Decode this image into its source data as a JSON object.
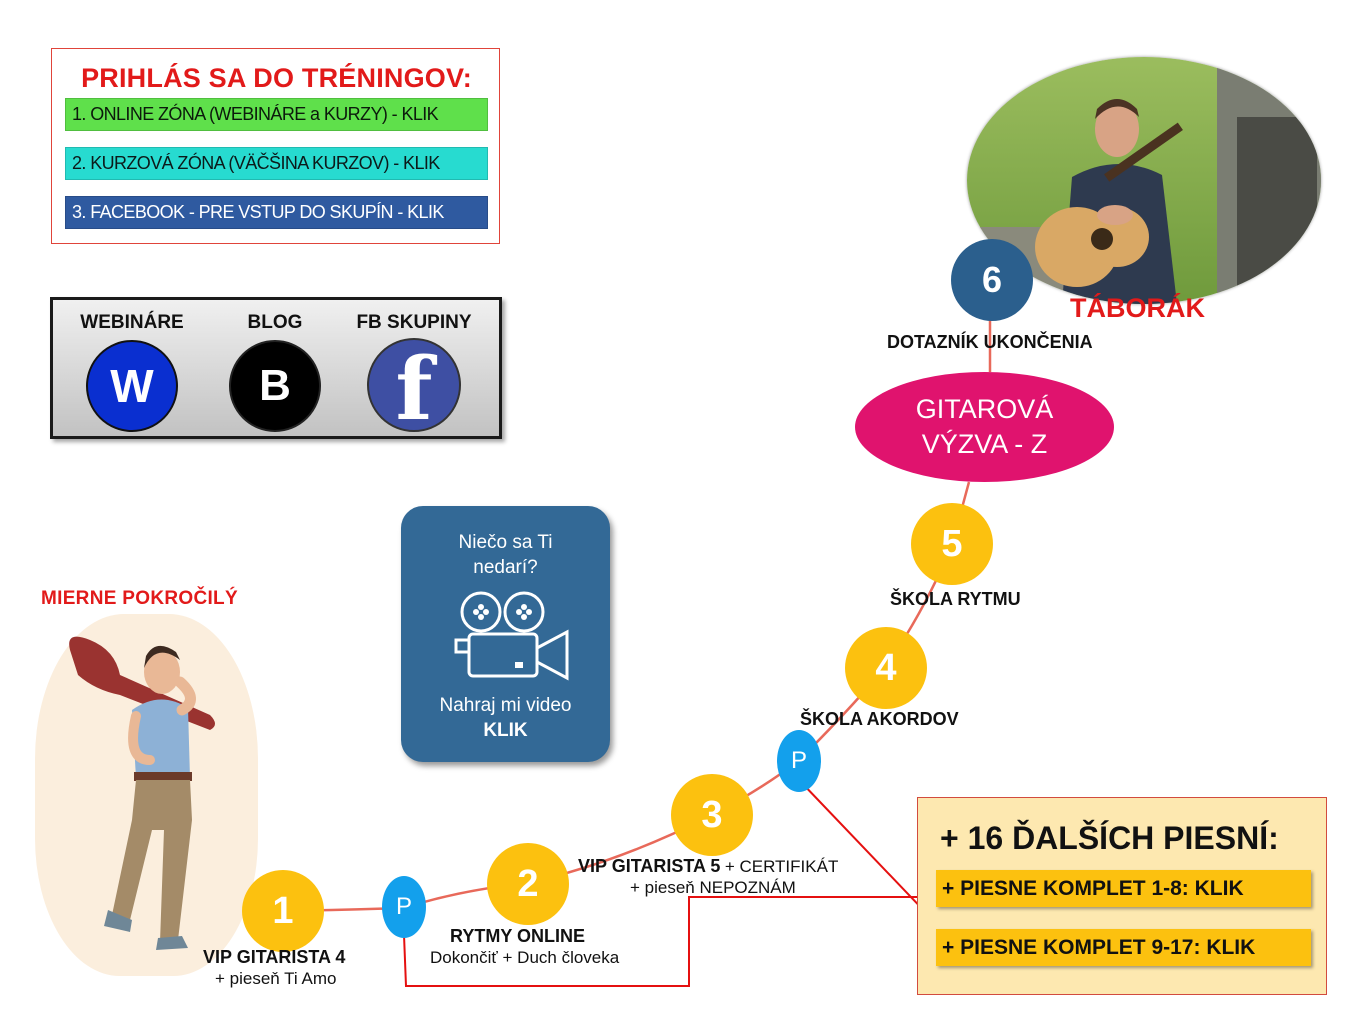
{
  "login": {
    "title": "PRIHLÁS SA DO TRÉNINGOV:",
    "links": [
      "1. ONLINE ZÓNA (WEBINÁRE a KURZY) - KLIK",
      "2. KURZOVÁ ZÓNA (VÄČŠINA KURZOV) - KLIK",
      "3. FACEBOOK - PRE VSTUP DO SKUPÍN - KLIK"
    ]
  },
  "icons": {
    "webinar": {
      "label": "WEBINÁRE",
      "letter": "W"
    },
    "blog": {
      "label": "BLOG",
      "letter": "B"
    },
    "facebook": {
      "label": "FB SKUPINY",
      "letter": "f"
    }
  },
  "video": {
    "line1": "Niečo sa Ti",
    "line2": "nedarí?",
    "line3": "Nahraj mi video",
    "line4": "KLIK",
    "icon": "video-camera-icon"
  },
  "labels": {
    "taborak": "TÁBORÁK",
    "mierne": "MIERNE POKROČILÝ",
    "dotaznik": "DOTAZNÍK UKONČENIA"
  },
  "steps": {
    "s1": {
      "num": "1",
      "label": "VIP GITARISTA 4",
      "sub": "+ pieseň Ti Amo"
    },
    "s2": {
      "num": "2",
      "label": "RYTMY ONLINE",
      "sub": "Dokončiť + Duch človeka"
    },
    "s3": {
      "num": "3",
      "label": "VIP GITARISTA 5",
      "label_tail": "+ CERTIFIKÁT",
      "sub": "+ pieseň NEPOZNÁM"
    },
    "s4": {
      "num": "4",
      "label": "ŠKOLA AKORDOV"
    },
    "s5": {
      "num": "5",
      "label": "ŠKOLA RYTMU"
    },
    "s6": {
      "num": "6"
    },
    "p": "P"
  },
  "vyzva": {
    "line1": "GITAROVÁ",
    "line2": "VÝZVA - Z"
  },
  "songs": {
    "title": "+ 16 ĎALŠÍCH PIESNÍ:",
    "link1": "+ PIESNE KOMPLET 1-8: KLIK",
    "link2": "+ PIESNE KOMPLET 9-17: KLIK"
  },
  "colors": {
    "accent_red": "#e21a1a",
    "step_gold": "#fcc10f",
    "step_blue": "#2b5f8d",
    "park_blue": "#13a0ec",
    "vyzva_pink": "#e0136e",
    "path_line": "#e8695a"
  }
}
